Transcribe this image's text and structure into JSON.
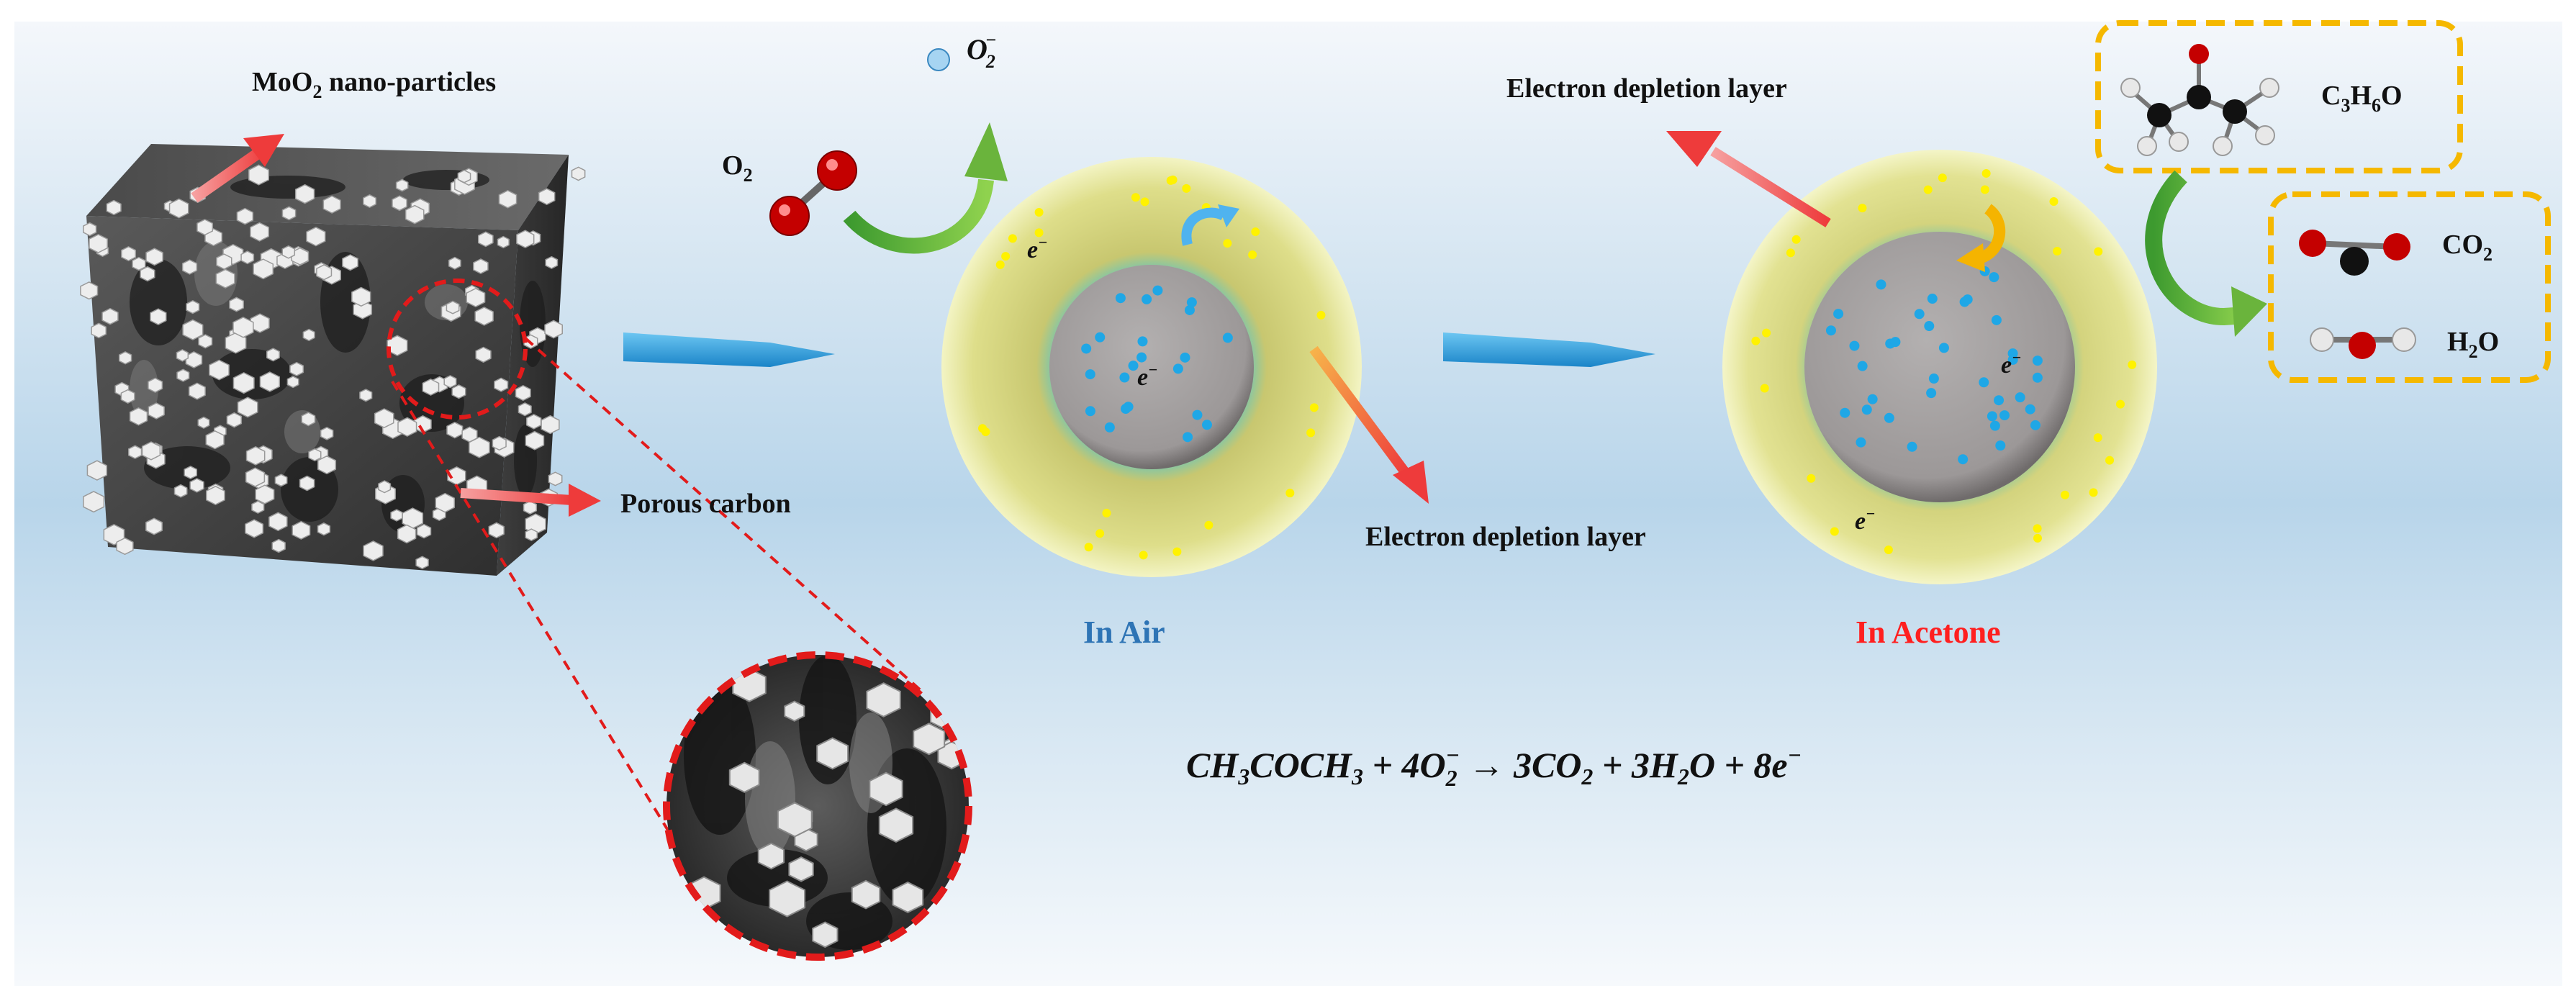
{
  "labels": {
    "moo2_base": "MoO",
    "moo2_sub": "2",
    "moo2_rest": " nano-particles",
    "porous_carbon": "Porous carbon",
    "o2_base": "O",
    "o2_sub": "2",
    "superoxide_base": "O",
    "superoxide_sub": "2",
    "superoxide_sup": "−",
    "electron": "e",
    "electron_sup": "−",
    "depletion_air": "Electron depletion layer",
    "depletion_acetone": "Electron depletion layer",
    "in_air": "In Air",
    "in_acetone": "In Acetone",
    "acetone_formula": {
      "c": "C",
      "c_sub": "3",
      "h": "H",
      "h_sub": "6",
      "o": "O"
    },
    "co2": {
      "base": "CO",
      "sub": "2"
    },
    "h2o": {
      "h": "H",
      "sub": "2",
      "o": "O"
    }
  },
  "equation": {
    "lhs": "CH",
    "lhs_sub1": "3",
    "lhs_mid": "COCH",
    "lhs_sub2": "3",
    "plus1": " + 4O",
    "o_sub": "2",
    "o_sup": "−",
    "arrow": " → 3CO",
    "co2_sub": "2",
    "plus2": " + 3H",
    "h2_sub": "2",
    "water_o": "O + 8e",
    "e_sup": "−"
  },
  "colors": {
    "air_label": "#2e74b5",
    "acetone_label": "#ff1f1f",
    "red_arrow": "#ee3b3b",
    "blue_arrow": "#1f9bdc",
    "green_arrow": "#6ab43c",
    "box_border": "#f5b800",
    "yellow_shell": "#d8d878",
    "core": "#a8a4a4",
    "electron_dot": "#22a8e6",
    "hole_dot": "#ffee00"
  }
}
